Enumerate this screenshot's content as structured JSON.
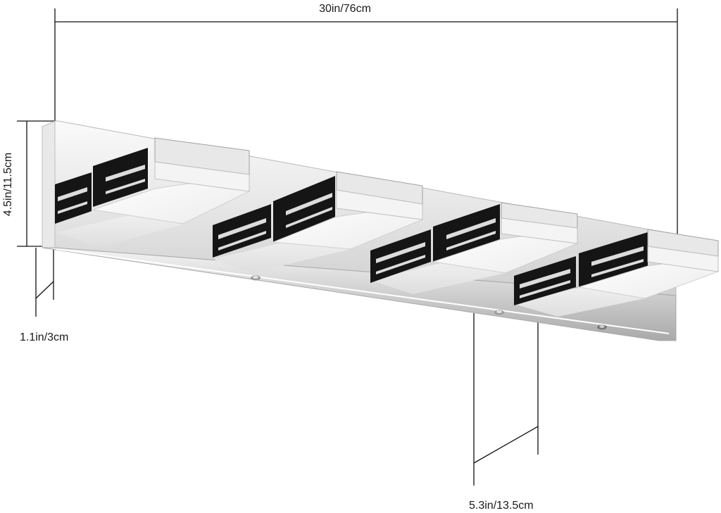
{
  "dimensions": {
    "width": "30in/76cm",
    "height": "4.5in/11.5cm",
    "depth_base": "1.1in/3cm",
    "depth_shade": "5.3in/13.5cm"
  },
  "colors": {
    "chrome_light": "#f6f6f6",
    "chrome_mid": "#d9d9d9",
    "chrome_dark": "#9a9a9a",
    "shade_white": "#f3f3f3",
    "shade_shadow": "#e2e2e2",
    "black_trim": "#151515",
    "line": "#111111"
  },
  "product": {
    "lamp_count": 4
  }
}
